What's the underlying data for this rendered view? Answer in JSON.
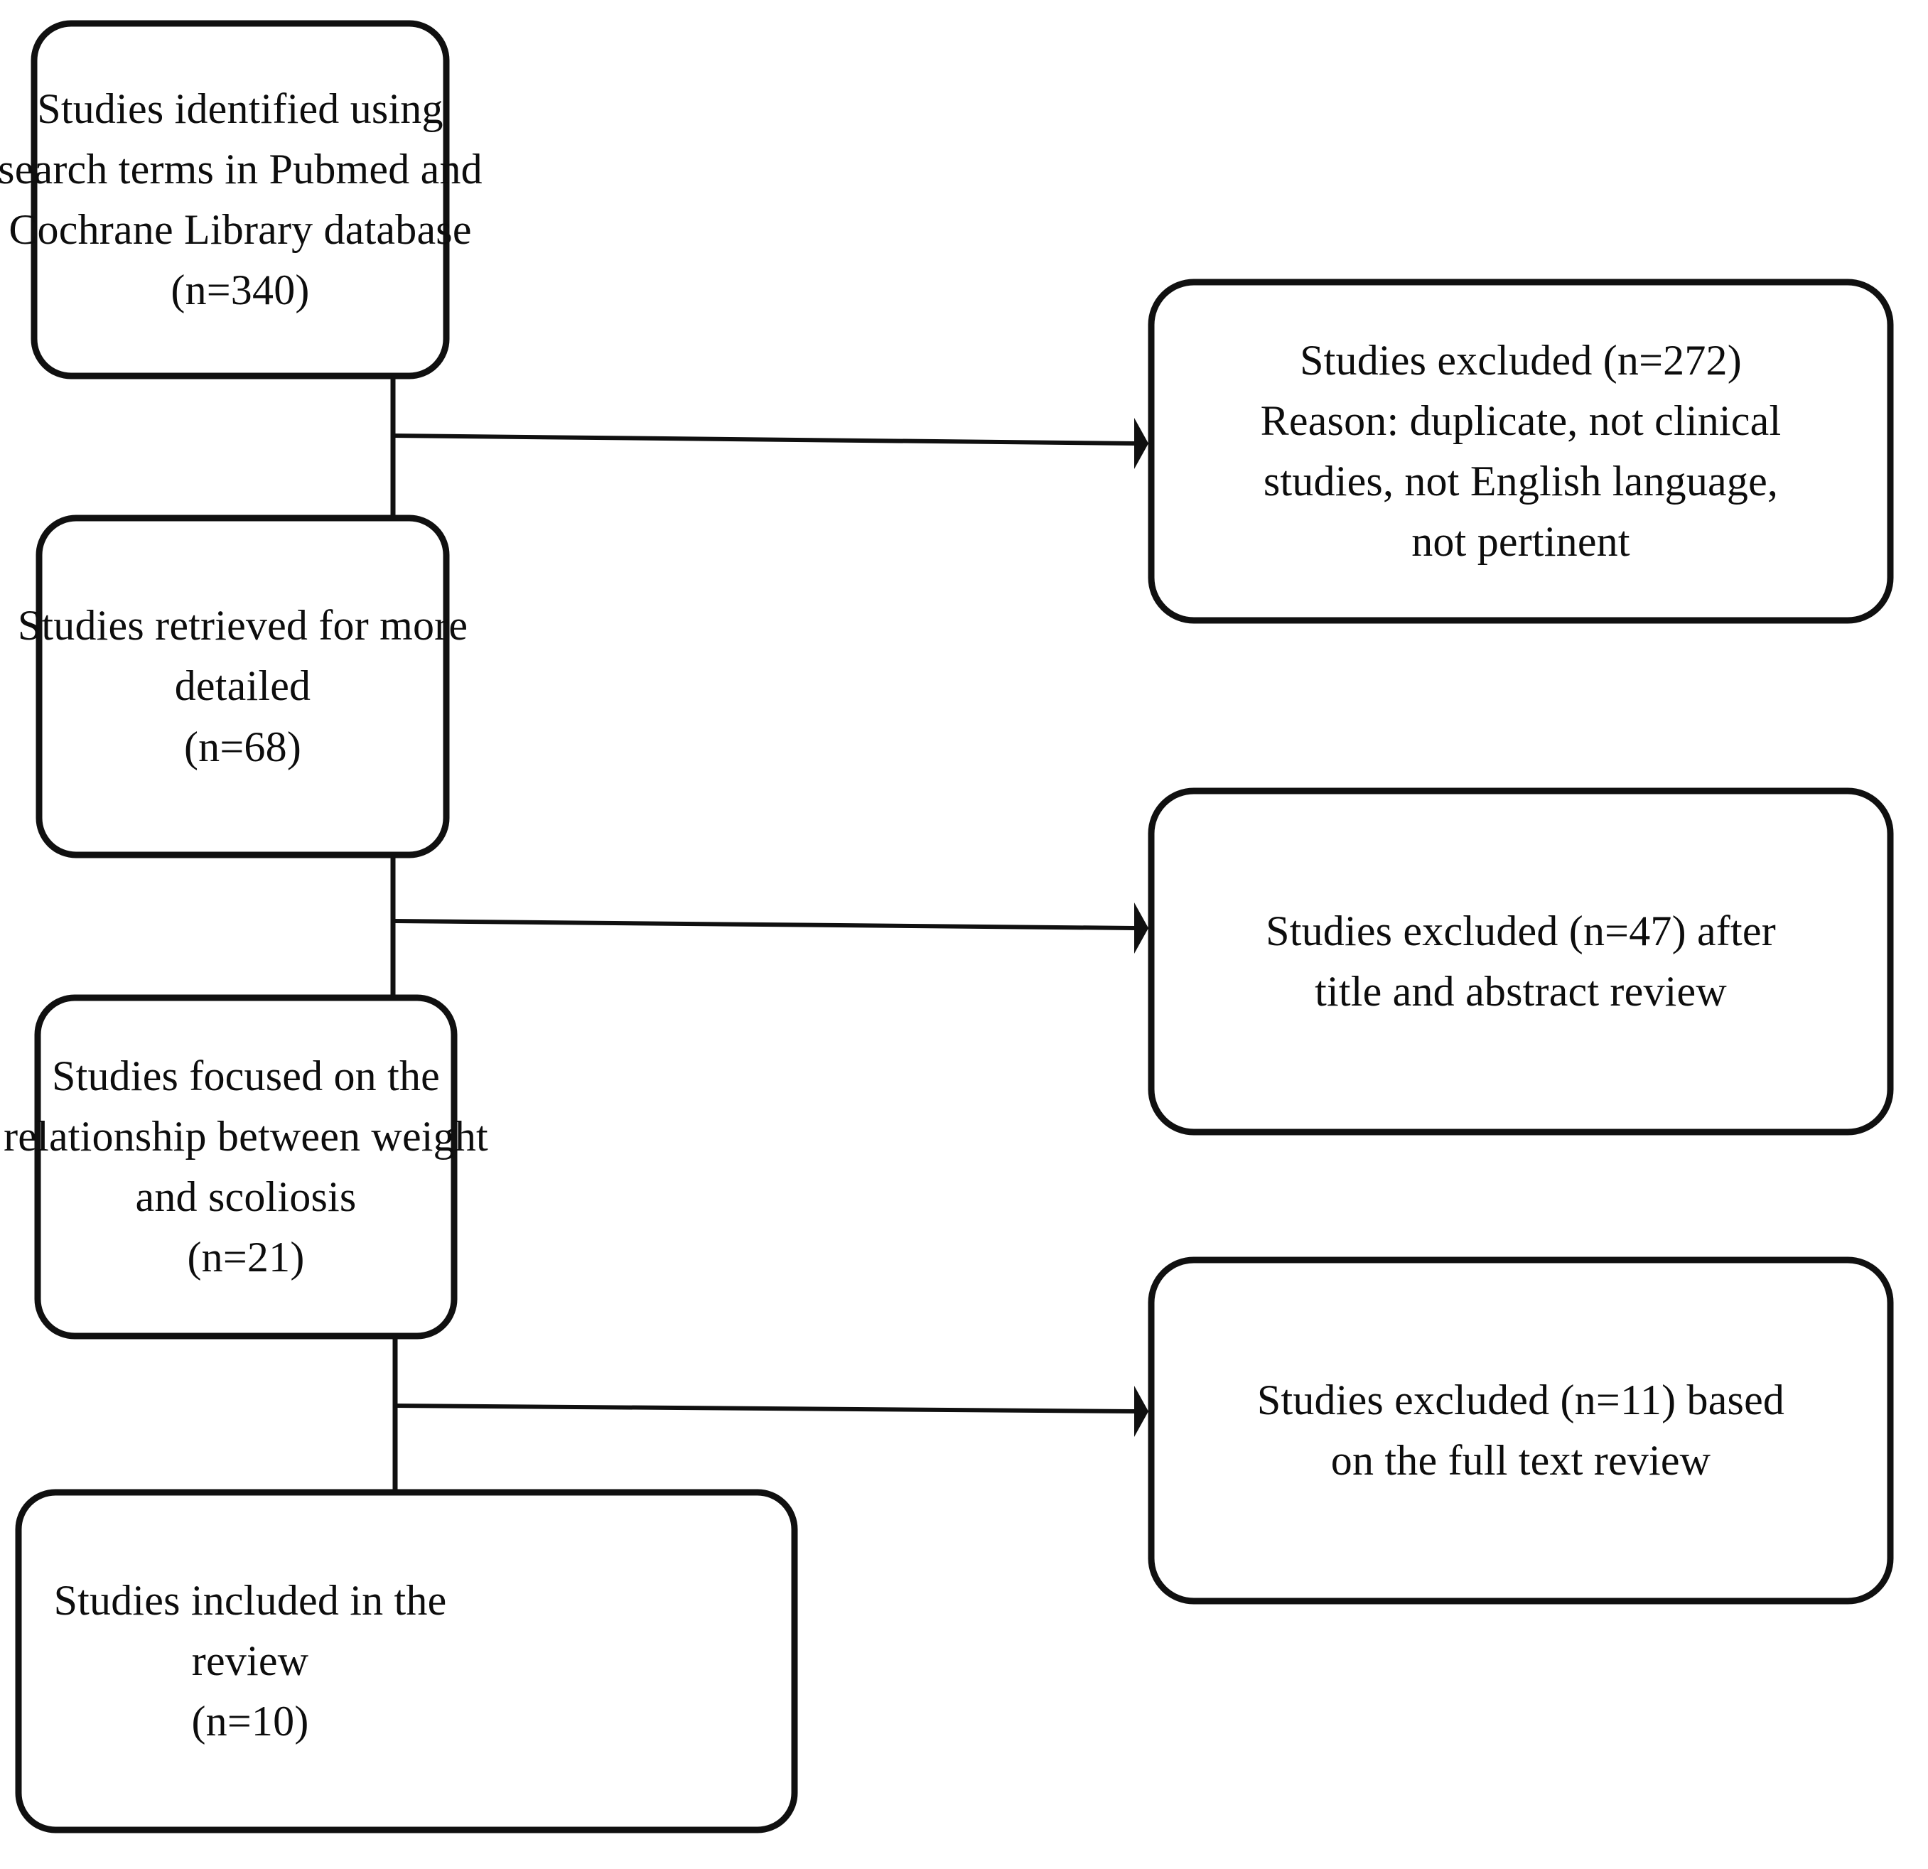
{
  "diagram": {
    "title": "PRISMA study selection flow diagram",
    "type": "flowchart",
    "stroke_color": "#101010",
    "background_color": "#ffffff",
    "text_color": "#0d0d0d"
  },
  "main_flow": [
    {
      "id": "identified",
      "lines": [
        "Studies identified using",
        "search terms in Pubmed and",
        "Cochrane Library database",
        "(n=340)"
      ],
      "count_label": "(n=340)",
      "count": 340
    },
    {
      "id": "retrieved",
      "lines": [
        "Studies retrieved for more",
        "detailed",
        "(n=68)"
      ],
      "count_label": "(n=68)",
      "count": 68
    },
    {
      "id": "focused",
      "lines": [
        "Studies focused on the",
        "relationship between weight",
        "and scoliosis",
        "(n=21)"
      ],
      "count_label": "(n=21)",
      "count": 21
    },
    {
      "id": "included",
      "lines": [
        "Studies included in the",
        "review",
        "(n=10)"
      ],
      "count_label": "(n=10)",
      "count": 10
    }
  ],
  "exclusions": [
    {
      "id": "excluded-1",
      "lines": [
        "Studies excluded (n=272)",
        "Reason: duplicate, not clinical",
        "studies, not English language,",
        "not pertinent"
      ],
      "count_label": "(n=272)",
      "count": 272
    },
    {
      "id": "excluded-2",
      "lines": [
        "Studies excluded (n=47) after",
        "title and abstract review"
      ],
      "count_label": "(n=47)",
      "count": 47
    },
    {
      "id": "excluded-3",
      "lines": [
        "Studies excluded (n=11) based",
        "on the full text review"
      ],
      "count_label": "(n=11)",
      "count": 11
    }
  ],
  "connectors": [
    {
      "id": "connector-1",
      "from": "identified",
      "to": "retrieved",
      "branch_to": "excluded-1",
      "arrow": "right"
    },
    {
      "id": "connector-2",
      "from": "retrieved",
      "to": "focused",
      "branch_to": "excluded-2",
      "arrow": "right"
    },
    {
      "id": "connector-3",
      "from": "focused",
      "to": "included",
      "branch_to": "excluded-3",
      "arrow": "right"
    }
  ]
}
